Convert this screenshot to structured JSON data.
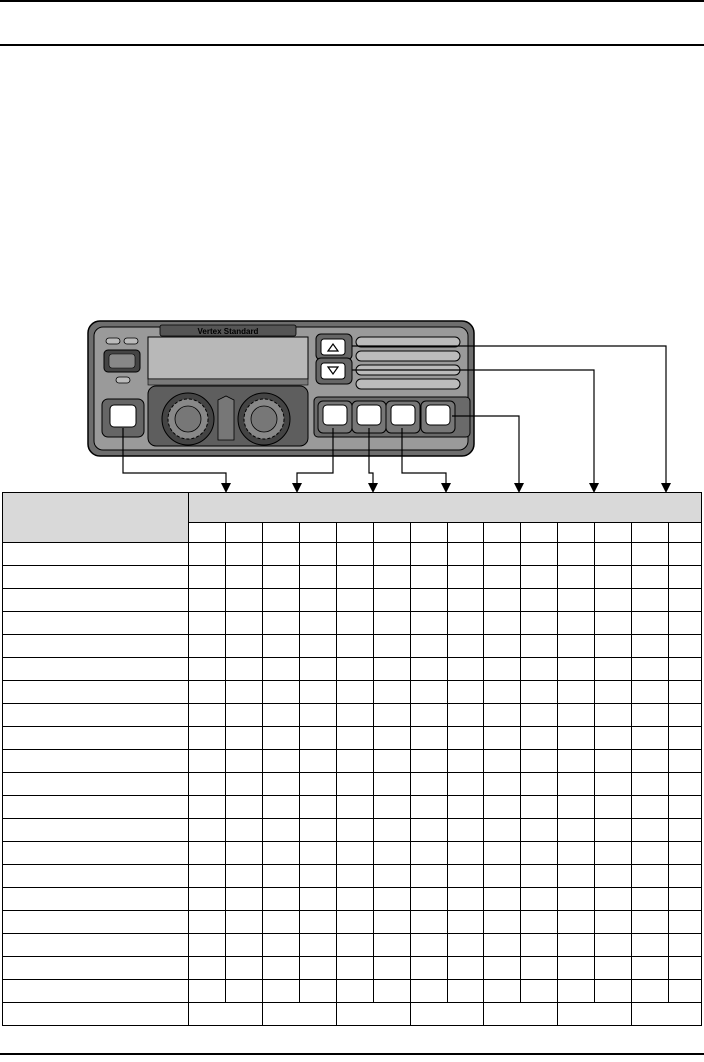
{
  "page": {
    "brand_text": "Vertex Standard"
  },
  "table": {
    "groups": 7,
    "subcolumns_per_group": 2,
    "data_rows": 20,
    "footer_row": true
  }
}
